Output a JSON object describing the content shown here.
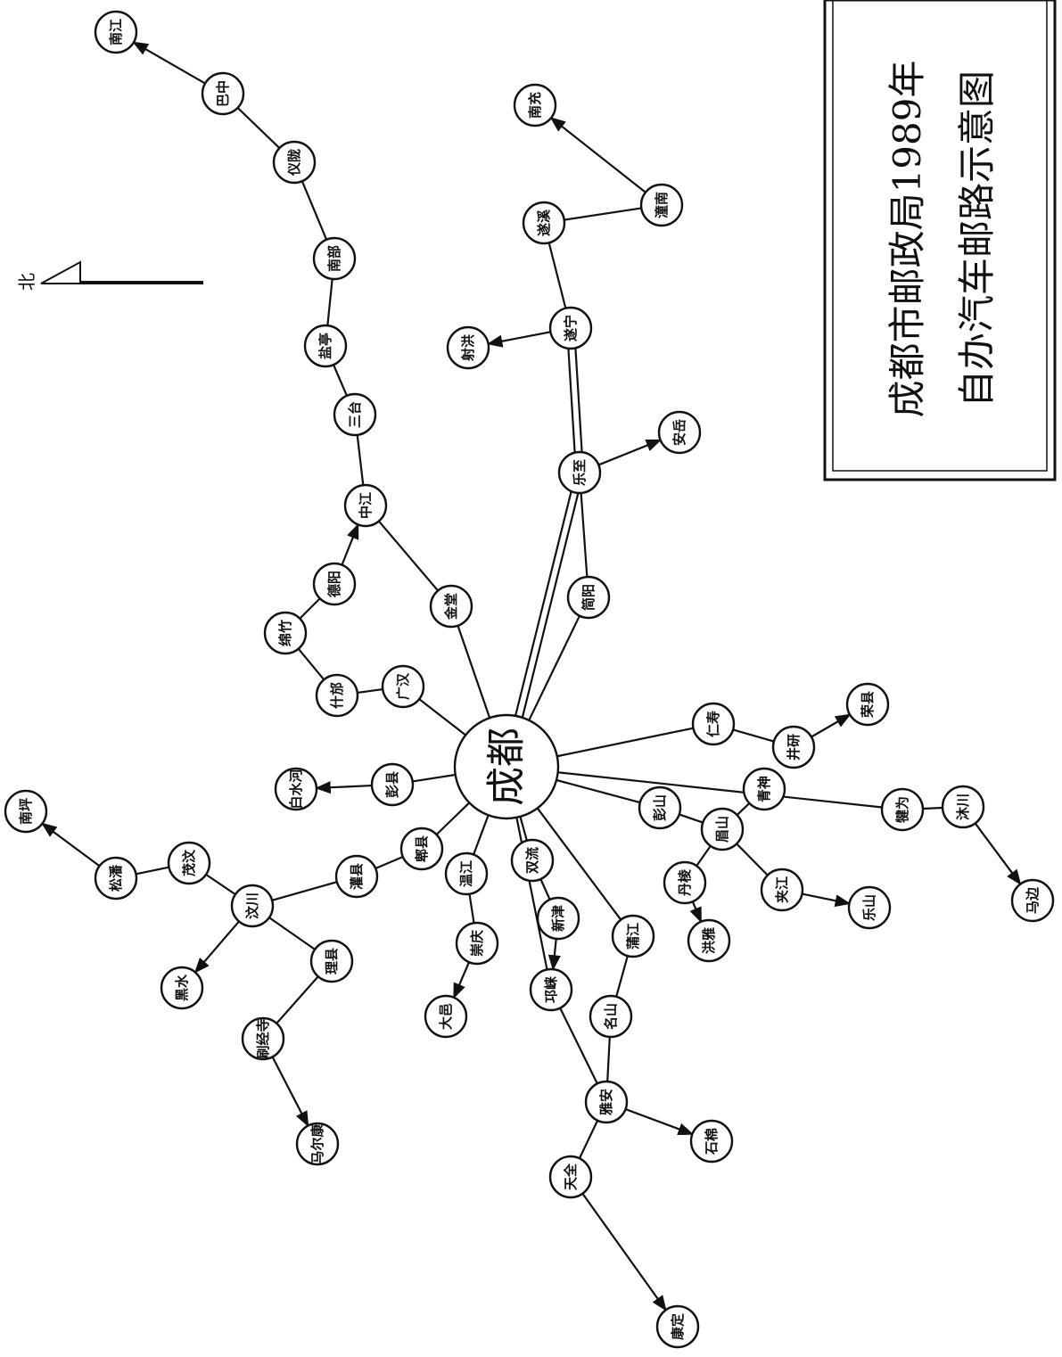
{
  "title": {
    "line1": "成都市邮政局1989年",
    "line2": "自办汽车邮路示意图"
  },
  "north": "北",
  "hub": {
    "id": "chengdu",
    "label": "成都"
  },
  "nodes": [
    {
      "id": "nanjiang",
      "label": "南江"
    },
    {
      "id": "bazhong",
      "label": "巴中"
    },
    {
      "id": "yilong",
      "label": "仪陇"
    },
    {
      "id": "nanbu",
      "label": "南部"
    },
    {
      "id": "yanting",
      "label": "盐亭"
    },
    {
      "id": "santai",
      "label": "三台"
    },
    {
      "id": "zhongjiang",
      "label": "中江"
    },
    {
      "id": "deyang",
      "label": "德阳"
    },
    {
      "id": "mianzhu",
      "label": "绵竹"
    },
    {
      "id": "shifang",
      "label": "什邡"
    },
    {
      "id": "guanghan",
      "label": "广汉"
    },
    {
      "id": "jintang",
      "label": "金堂"
    },
    {
      "id": "nanchong",
      "label": "南充"
    },
    {
      "id": "tongnan",
      "label": "潼南"
    },
    {
      "id": "suixi",
      "label": "遂溪"
    },
    {
      "id": "suining",
      "label": "遂宁"
    },
    {
      "id": "shehong",
      "label": "射洪"
    },
    {
      "id": "lezhi",
      "label": "乐至"
    },
    {
      "id": "anyue",
      "label": "安岳"
    },
    {
      "id": "jianyang",
      "label": "简阳"
    },
    {
      "id": "renshou",
      "label": "仁寿"
    },
    {
      "id": "jingyan",
      "label": "井研"
    },
    {
      "id": "rongxian",
      "label": "荣县"
    },
    {
      "id": "jianwei",
      "label": "犍为"
    },
    {
      "id": "muchuan",
      "label": "沐川"
    },
    {
      "id": "mabian",
      "label": "马边"
    },
    {
      "id": "pengshan",
      "label": "彭山"
    },
    {
      "id": "meishan",
      "label": "眉山"
    },
    {
      "id": "qingshen",
      "label": "青神"
    },
    {
      "id": "jiajiang",
      "label": "夹江"
    },
    {
      "id": "leshan",
      "label": "乐山"
    },
    {
      "id": "danling",
      "label": "丹棱"
    },
    {
      "id": "hongya",
      "label": "洪雅"
    },
    {
      "id": "pujiang",
      "label": "蒲江"
    },
    {
      "id": "mingshan",
      "label": "名山"
    },
    {
      "id": "yaan",
      "label": "雅安"
    },
    {
      "id": "shimian",
      "label": "石棉"
    },
    {
      "id": "tianquan",
      "label": "天全"
    },
    {
      "id": "kangding",
      "label": "康定"
    },
    {
      "id": "shuangliu",
      "label": "双流"
    },
    {
      "id": "xinjin",
      "label": "新津"
    },
    {
      "id": "qionglai",
      "label": "邛崃"
    },
    {
      "id": "wenjiang",
      "label": "温江"
    },
    {
      "id": "chongqing",
      "label": "崇庆"
    },
    {
      "id": "dayi",
      "label": "大邑"
    },
    {
      "id": "pixian",
      "label": "郫县"
    },
    {
      "id": "guanxian",
      "label": "灌县"
    },
    {
      "id": "wenchuan",
      "label": "汶川"
    },
    {
      "id": "lixian",
      "label": "理县"
    },
    {
      "id": "shuajingsi",
      "label": "刷经寺"
    },
    {
      "id": "maerkang",
      "label": "马尔康"
    },
    {
      "id": "heishui",
      "label": "黑水"
    },
    {
      "id": "maowen",
      "label": "茂汶"
    },
    {
      "id": "songpan",
      "label": "松潘"
    },
    {
      "id": "nanping",
      "label": "南坪"
    },
    {
      "id": "pengxian",
      "label": "彭县"
    },
    {
      "id": "baishuihe",
      "label": "白水河"
    }
  ],
  "edges": [
    [
      "chengdu",
      "jintang",
      ""
    ],
    [
      "jintang",
      "zhongjiang",
      ""
    ],
    [
      "zhongjiang",
      "santai",
      ""
    ],
    [
      "santai",
      "yanting",
      ""
    ],
    [
      "yanting",
      "nanbu",
      ""
    ],
    [
      "nanbu",
      "yilong",
      ""
    ],
    [
      "yilong",
      "bazhong",
      ""
    ],
    [
      "bazhong",
      "nanjiang",
      "arrow"
    ],
    [
      "chengdu",
      "guanghan",
      ""
    ],
    [
      "guanghan",
      "shifang",
      ""
    ],
    [
      "shifang",
      "mianzhu",
      ""
    ],
    [
      "mianzhu",
      "deyang",
      ""
    ],
    [
      "deyang",
      "zhongjiang",
      "arrow"
    ],
    [
      "chengdu",
      "lezhi",
      "double"
    ],
    [
      "lezhi",
      "suining",
      "double"
    ],
    [
      "suining",
      "suixi",
      ""
    ],
    [
      "suixi",
      "tongnan",
      ""
    ],
    [
      "tongnan",
      "nanchong",
      "arrow"
    ],
    [
      "suining",
      "shehong",
      "arrow"
    ],
    [
      "lezhi",
      "anyue",
      "arrow"
    ],
    [
      "chengdu",
      "jianyang",
      ""
    ],
    [
      "jianyang",
      "lezhi",
      ""
    ],
    [
      "chengdu",
      "renshou",
      ""
    ],
    [
      "renshou",
      "jingyan",
      ""
    ],
    [
      "jingyan",
      "rongxian",
      "arrow"
    ],
    [
      "chengdu",
      "jianwei",
      ""
    ],
    [
      "jianwei",
      "muchuan",
      ""
    ],
    [
      "muchuan",
      "mabian",
      "arrow"
    ],
    [
      "chengdu",
      "pengshan",
      ""
    ],
    [
      "pengshan",
      "meishan",
      ""
    ],
    [
      "meishan",
      "qingshen",
      ""
    ],
    [
      "meishan",
      "jiajiang",
      ""
    ],
    [
      "jiajiang",
      "leshan",
      "arrow"
    ],
    [
      "meishan",
      "danling",
      ""
    ],
    [
      "danling",
      "hongya",
      "arrow"
    ],
    [
      "chengdu",
      "pujiang",
      ""
    ],
    [
      "pujiang",
      "mingshan",
      ""
    ],
    [
      "mingshan",
      "yaan",
      ""
    ],
    [
      "yaan",
      "shimian",
      "arrow"
    ],
    [
      "yaan",
      "tianquan",
      ""
    ],
    [
      "tianquan",
      "kangding",
      "arrow"
    ],
    [
      "chengdu",
      "shuangliu",
      ""
    ],
    [
      "shuangliu",
      "xinjin",
      ""
    ],
    [
      "xinjin",
      "qionglai",
      "arrow"
    ],
    [
      "chengdu",
      "qionglai",
      ""
    ],
    [
      "qionglai",
      "yaan",
      ""
    ],
    [
      "chengdu",
      "wenjiang",
      ""
    ],
    [
      "wenjiang",
      "chongqing",
      ""
    ],
    [
      "chongqing",
      "dayi",
      "arrow"
    ],
    [
      "chengdu",
      "pixian",
      ""
    ],
    [
      "pixian",
      "guanxian",
      ""
    ],
    [
      "guanxian",
      "wenchuan",
      ""
    ],
    [
      "wenchuan",
      "lixian",
      ""
    ],
    [
      "lixian",
      "shuajingsi",
      ""
    ],
    [
      "shuajingsi",
      "maerkang",
      "arrow"
    ],
    [
      "wenchuan",
      "heishui",
      "arrow"
    ],
    [
      "wenchuan",
      "maowen",
      ""
    ],
    [
      "maowen",
      "songpan",
      ""
    ],
    [
      "songpan",
      "nanping",
      "arrow"
    ],
    [
      "chengdu",
      "pengxian",
      ""
    ],
    [
      "pengxian",
      "baishuihe",
      "arrow"
    ]
  ]
}
